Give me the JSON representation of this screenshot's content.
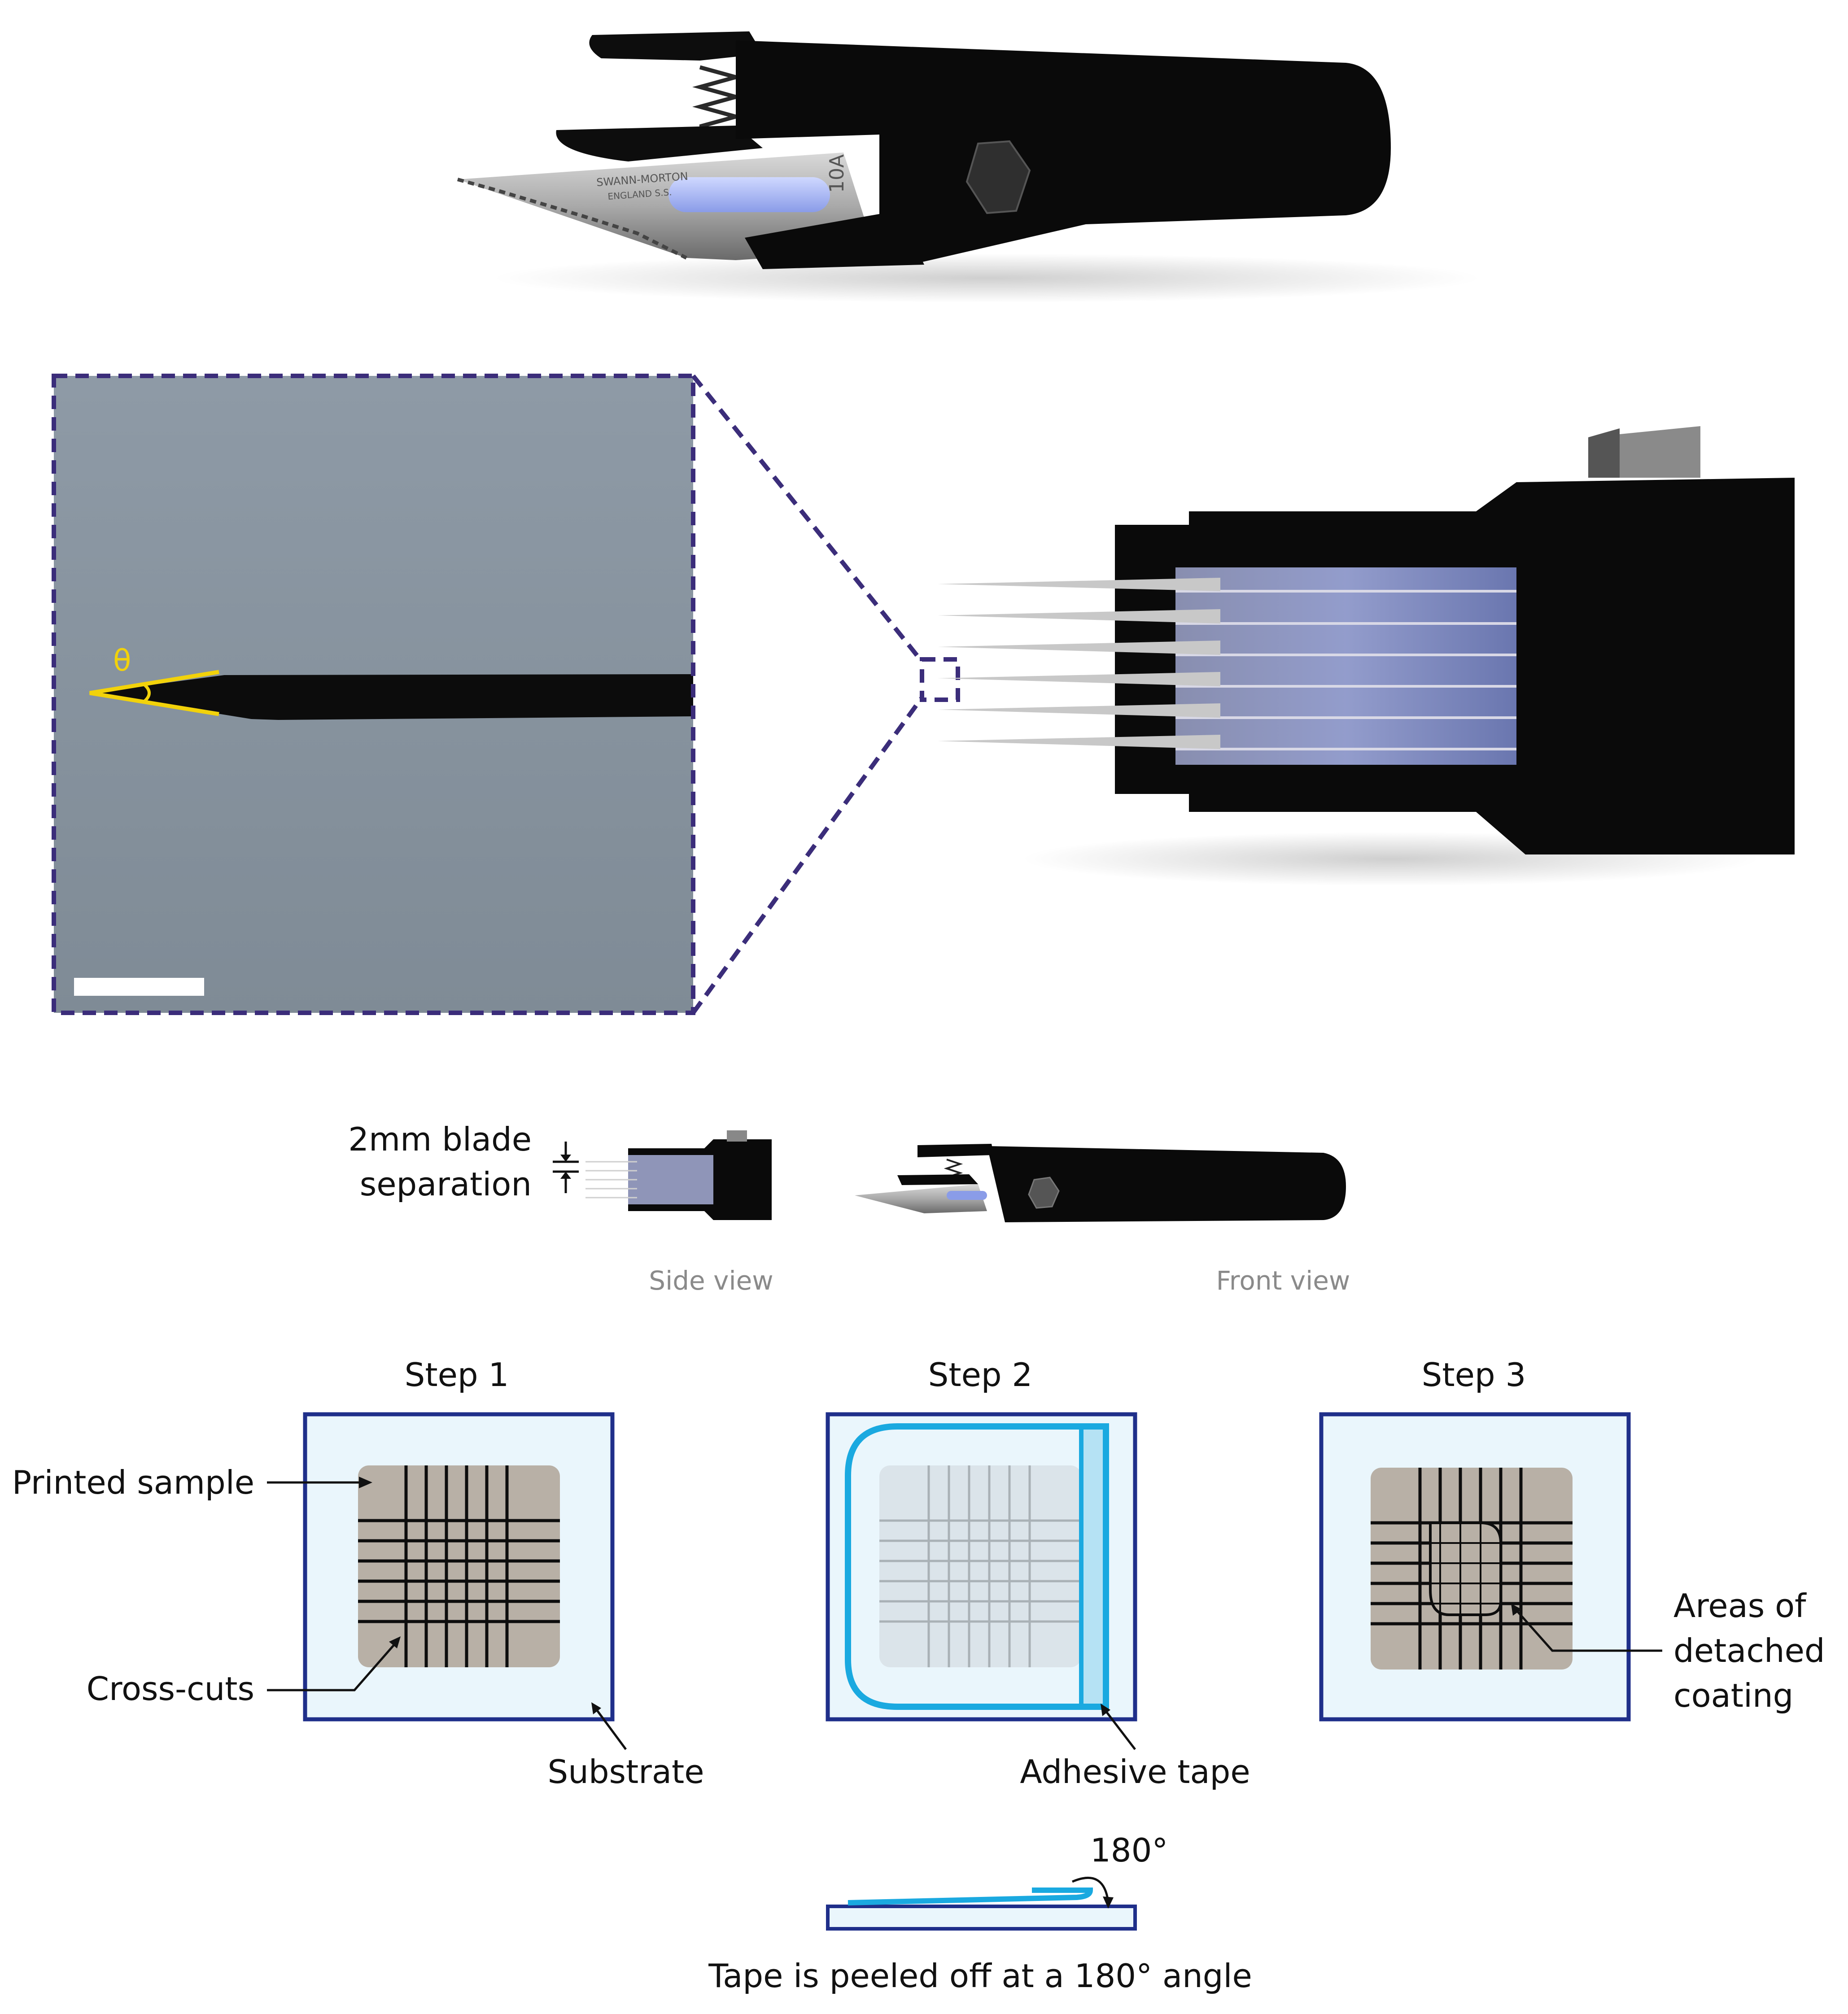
{
  "engraving": {
    "line1": "SWANN-MORTON",
    "line2": "ENGLAND S.S.",
    "number": "10A"
  },
  "micrograph": {
    "angle_symbol": "θ"
  },
  "views": {
    "separation_label_line1": "2mm blade",
    "separation_label_line2": "separation",
    "side_view": "Side view",
    "front_view": "Front view"
  },
  "steps": {
    "step1": "Step 1",
    "step2": "Step 2",
    "step3": "Step 3",
    "printed_sample": "Printed sample",
    "cross_cuts": "Cross-cuts",
    "substrate": "Substrate",
    "adhesive_tape": "Adhesive tape",
    "detached_line1": "Areas of",
    "detached_line2": "detached",
    "detached_line3": "coating"
  },
  "peel": {
    "angle": "180°",
    "caption": "Tape is peeled off at a 180° angle"
  },
  "colors": {
    "frame": "#1f2f8a",
    "substrate_fill": "#eaf6fc",
    "tape": "#1aa9e0",
    "sample": "#b8b0a6",
    "dashed_box": "#3b2d7a",
    "angle_mark": "#f2d20a"
  }
}
